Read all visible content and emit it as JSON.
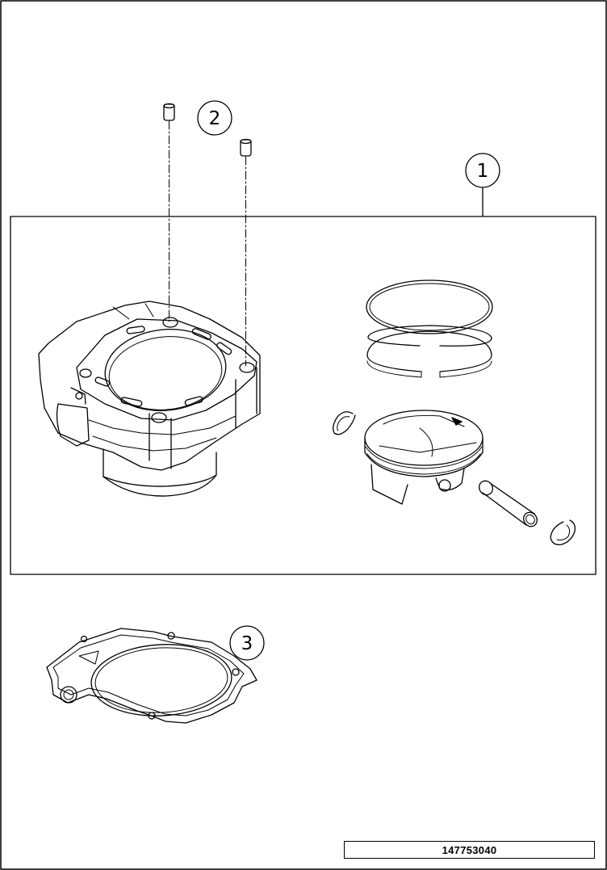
{
  "callouts": {
    "cylinder_kit": "1",
    "dowel_pins": "2",
    "base_gasket": "3"
  },
  "part_number": "147753040",
  "icons": {
    "cylinder": "cylinder-icon",
    "piston": "piston-icon",
    "piston_rings": "piston-rings-icon",
    "piston_pin": "piston-pin-icon",
    "circlip": "circlip-icon",
    "dowel_pin": "dowel-pin-icon",
    "gasket": "gasket-icon"
  },
  "colors": {
    "line": "#000000",
    "background": "#ffffff"
  }
}
